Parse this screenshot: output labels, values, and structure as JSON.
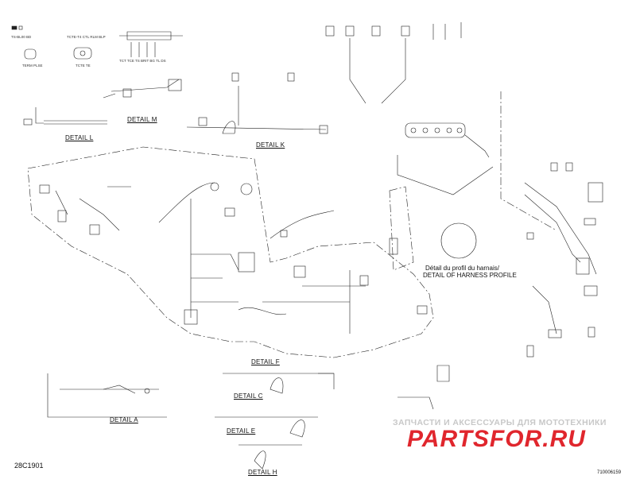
{
  "diagram": {
    "doc_code": "28C1901",
    "drawing_number": "710006159",
    "profile_label_fr": "Détail du profil du harnais/",
    "profile_label_en": "DETAIL OF HARNESS PROFILE",
    "details": {
      "l": "DETAIL L",
      "m": "DETAIL M",
      "k": "DETAIL K",
      "a": "DETAIL A",
      "c": "DETAIL C",
      "e": "DETAIL E",
      "f": "DETAIL F",
      "h": "DETAIL H"
    }
  },
  "watermark": {
    "line1": "ЗАПЧАСТИ И АКСЕССУАРЫ ДЛЯ МОТОТЕХНИКИ",
    "line2": "PARTSFOR.RU"
  },
  "colors": {
    "line": "#222222",
    "watermark_red": "#e0262d",
    "watermark_grey": "#c8c8c8"
  }
}
